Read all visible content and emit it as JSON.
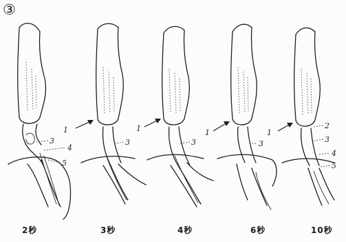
{
  "figure": {
    "label": "③",
    "panels": [
      {
        "time": "2秒",
        "labels": {
          "l3": "3",
          "l4": "4",
          "l5": "5"
        }
      },
      {
        "time": "3秒",
        "labels": {
          "l1": "1",
          "l3": "3"
        }
      },
      {
        "time": "4秒",
        "labels": {
          "l1": "1",
          "l3": "3"
        }
      },
      {
        "time": "6秒",
        "labels": {
          "l1": "1",
          "l3": "3"
        }
      },
      {
        "time": "10秒",
        "labels": {
          "l1": "1",
          "l2": "2",
          "l3": "3",
          "l4": "4",
          "l5": "5"
        }
      }
    ]
  }
}
